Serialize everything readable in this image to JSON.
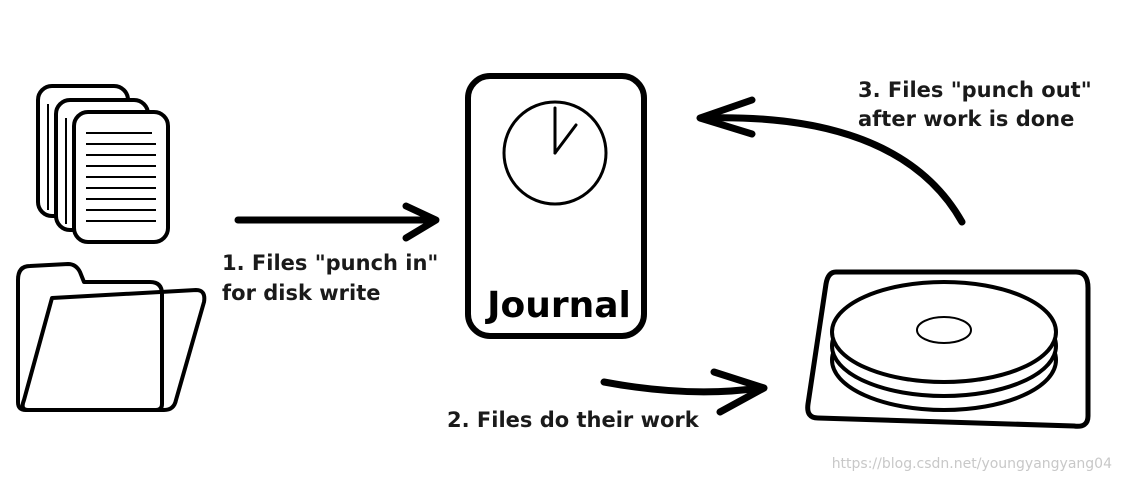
{
  "steps": {
    "step1": {
      "line1": "1. Files \"punch in\"",
      "line2": "for disk write"
    },
    "step2": {
      "line1": "2. Files do their work"
    },
    "step3": {
      "line1": "3. Files \"punch out\"",
      "line2": "after work is done"
    }
  },
  "journal": {
    "title": "Journal"
  },
  "watermark": "https://blog.csdn.net/youngyangyang04",
  "icons": {
    "documents": "documents-icon",
    "folder": "folder-icon",
    "clock": "clock-icon",
    "disk": "disk-platter-icon"
  },
  "colors": {
    "stroke": "#000000",
    "background": "#ffffff",
    "watermark": "#c8c8c8"
  }
}
